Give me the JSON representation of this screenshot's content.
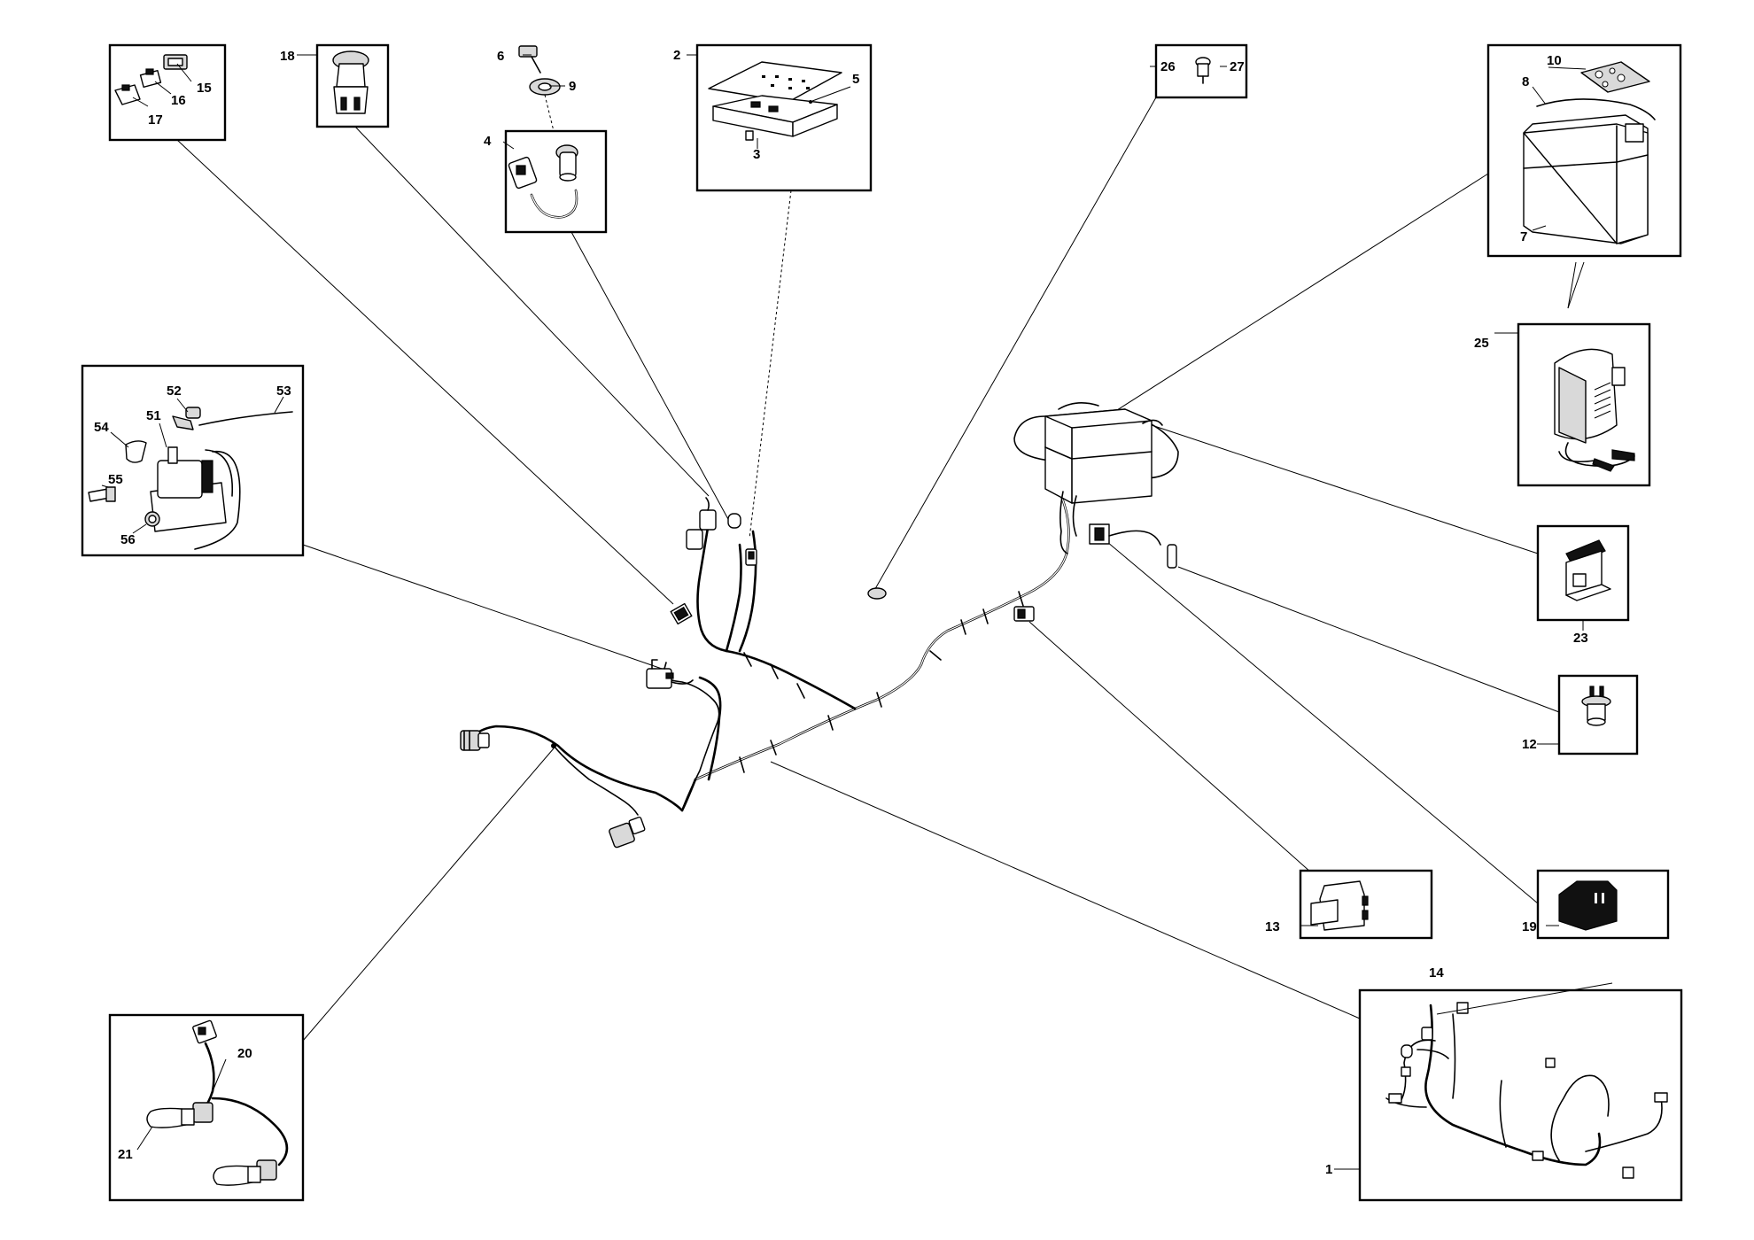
{
  "callouts": {
    "c1": "1",
    "c2": "2",
    "c3": "3",
    "c4": "4",
    "c5": "5",
    "c6": "6",
    "c7": "7",
    "c8": "8",
    "c9": "9",
    "c10": "10",
    "c12": "12",
    "c13": "13",
    "c14": "14",
    "c15": "15",
    "c16": "16",
    "c17": "17",
    "c18": "18",
    "c19": "19",
    "c20": "20",
    "c21": "21",
    "c23": "23",
    "c25": "25",
    "c26": "26",
    "c27": "27",
    "c51": "51",
    "c52": "52",
    "c53": "53",
    "c54": "54",
    "c55": "55",
    "c56": "56"
  }
}
